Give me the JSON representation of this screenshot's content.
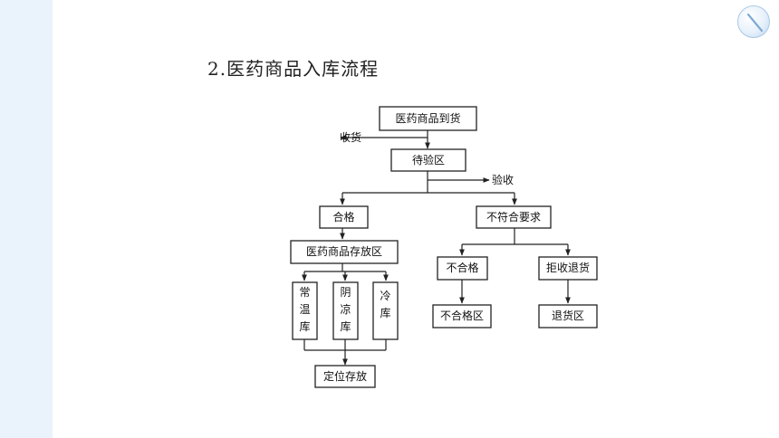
{
  "title": "2.医药商品入库流程",
  "logo": {
    "icon": "slash-circle-logo-icon"
  },
  "flow": {
    "arrival": "医药商品到货",
    "receive": "收货",
    "pending": "待验区",
    "inspect": "验收",
    "qualified": "合格",
    "nonconforming": "不符合要求",
    "storage_area": "医药商品存放区",
    "normal_temp": [
      "常",
      "温",
      "库"
    ],
    "shade_cool": [
      "阴",
      "凉",
      "库"
    ],
    "cold": [
      "冷",
      "库"
    ],
    "unqualified": "不合格",
    "reject_return": "拒收退货",
    "unqualified_area": "不合格区",
    "return_area": "退货区",
    "fixed_storage": "定位存放"
  },
  "colors": {
    "sidebar": "#eaf2fb",
    "line": "#222222"
  }
}
